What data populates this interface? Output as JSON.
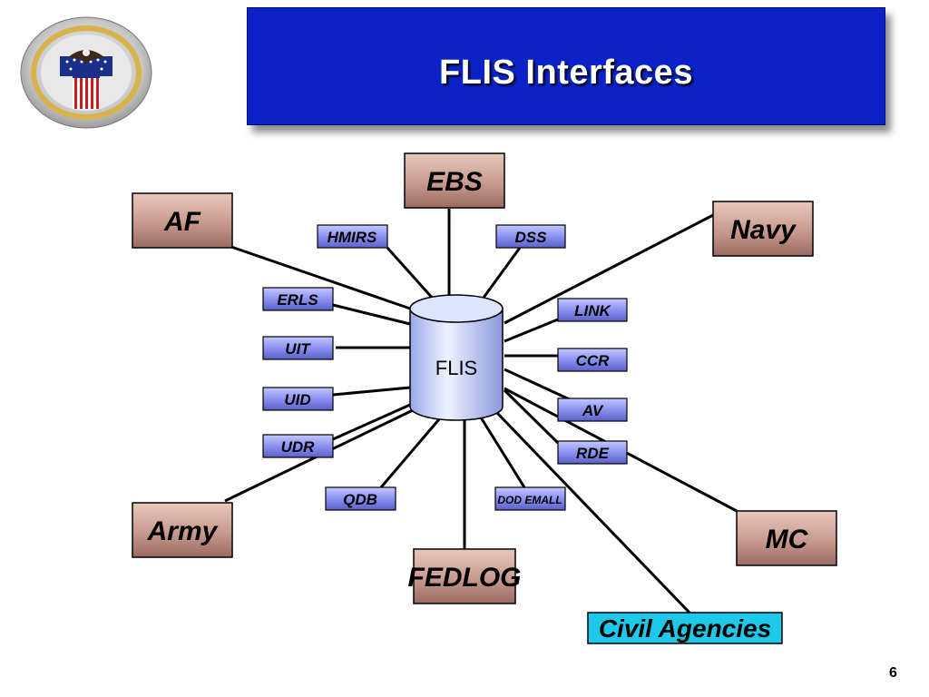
{
  "header": {
    "title": "FLIS Interfaces"
  },
  "diagram": {
    "hub": "FLIS",
    "nodes": {
      "ebs": "EBS",
      "af": "AF",
      "navy": "Navy",
      "army": "Army",
      "mc": "MC",
      "fedlog": "FEDLOG",
      "civil": "Civil Agencies",
      "hmirs": "HMIRS",
      "dss": "DSS",
      "erls": "ERLS",
      "uit": "UIT",
      "uid": "UID",
      "udr": "UDR",
      "qdb": "QDB",
      "dodemall": "DOD EMALL",
      "link": "LINK",
      "ccr": "CCR",
      "av": "AV",
      "rde": "RDE"
    }
  },
  "footer": {
    "page_number": "6"
  },
  "colors": {
    "banner": "#0a22c8",
    "big_box": "#c89a8e",
    "small_box": "#8a92f0",
    "civil_box": "#1ec8e8",
    "hub": "#c8d4ff"
  }
}
